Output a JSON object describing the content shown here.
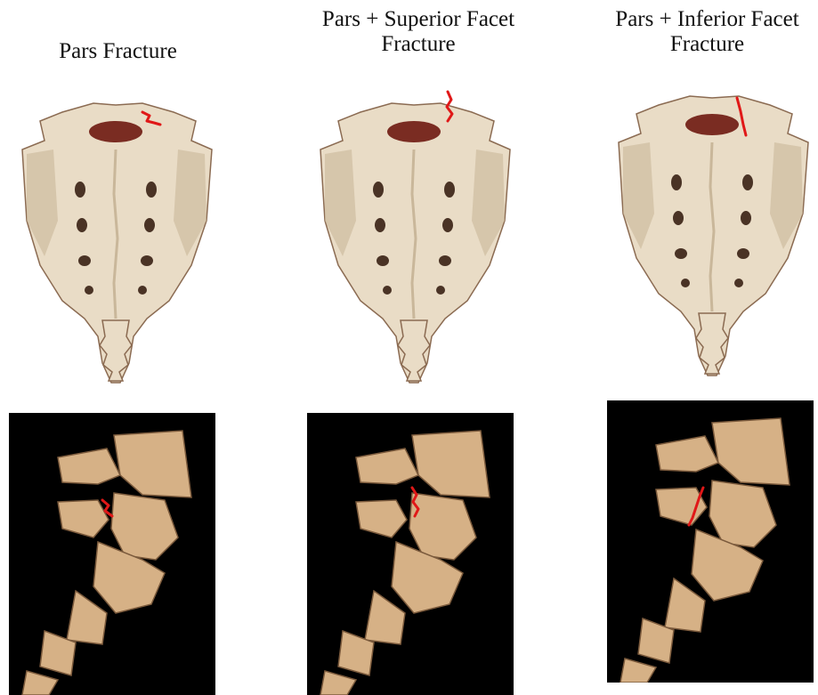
{
  "colors": {
    "bone": "#e9dcc6",
    "bone_shadow": "#c9b79a",
    "bone_dark": "#8b6b52",
    "foramen": "#4a3325",
    "canal": "#7a2c22",
    "fracture": "#e01818",
    "lateral_bg": "#000000",
    "lateral_bone": "#d6b186",
    "lateral_edge": "#7b5a3c"
  },
  "panels": [
    {
      "title_lines": [
        "Pars Fracture"
      ],
      "fracture_type": "pars"
    },
    {
      "title_lines": [
        "Pars + Superior Facet",
        "Fracture"
      ],
      "fracture_type": "pars-superior-facet"
    },
    {
      "title_lines": [
        "Pars + Inferior Facet",
        "Fracture"
      ],
      "fracture_type": "pars-inferior-facet"
    }
  ]
}
